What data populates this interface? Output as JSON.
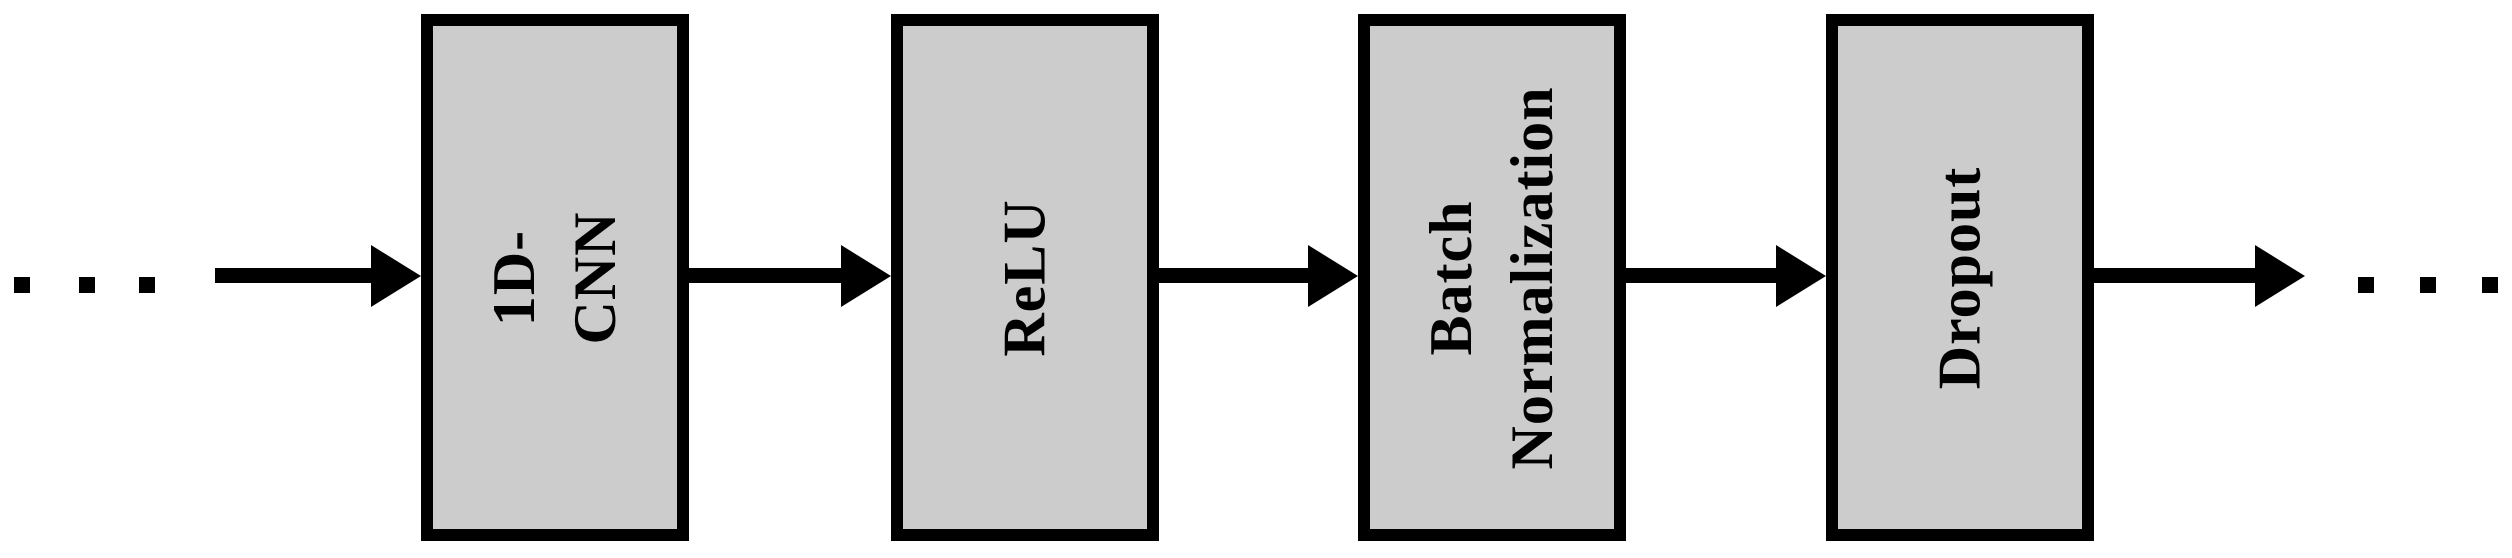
{
  "diagram": {
    "description": "Sequential neural network block diagram",
    "background_color": "#ffffff",
    "block_fill_color": "#cccccc",
    "block_border_color": "#000000",
    "arrow_color": "#000000",
    "text_rotation_degrees": -90,
    "blocks": [
      {
        "label": "1D-CNN"
      },
      {
        "label": "ReLU"
      },
      {
        "label": "Batch\nNormalization"
      },
      {
        "label": "Dropout"
      }
    ],
    "left_ellipsis_dot_count": 3,
    "right_ellipsis_dot_count": 3
  }
}
